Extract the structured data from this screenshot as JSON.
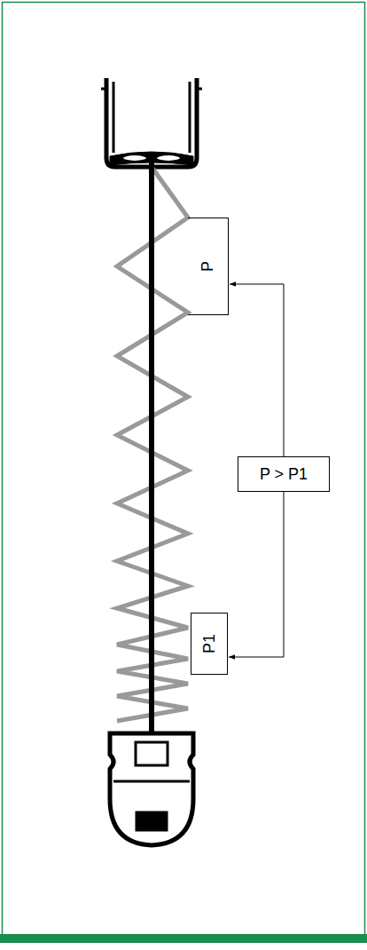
{
  "diagram": {
    "nodes": [
      {
        "text": [
          "P"
        ]
      },
      {
        "text": [
          "P1"
        ]
      },
      {
        "text": [
          "P > P1"
        ]
      }
    ],
    "edges": [
      {
        "from": 2,
        "to": 0,
        "arrow": "to"
      },
      {
        "from": 2,
        "to": 1,
        "arrow": "to"
      }
    ]
  }
}
